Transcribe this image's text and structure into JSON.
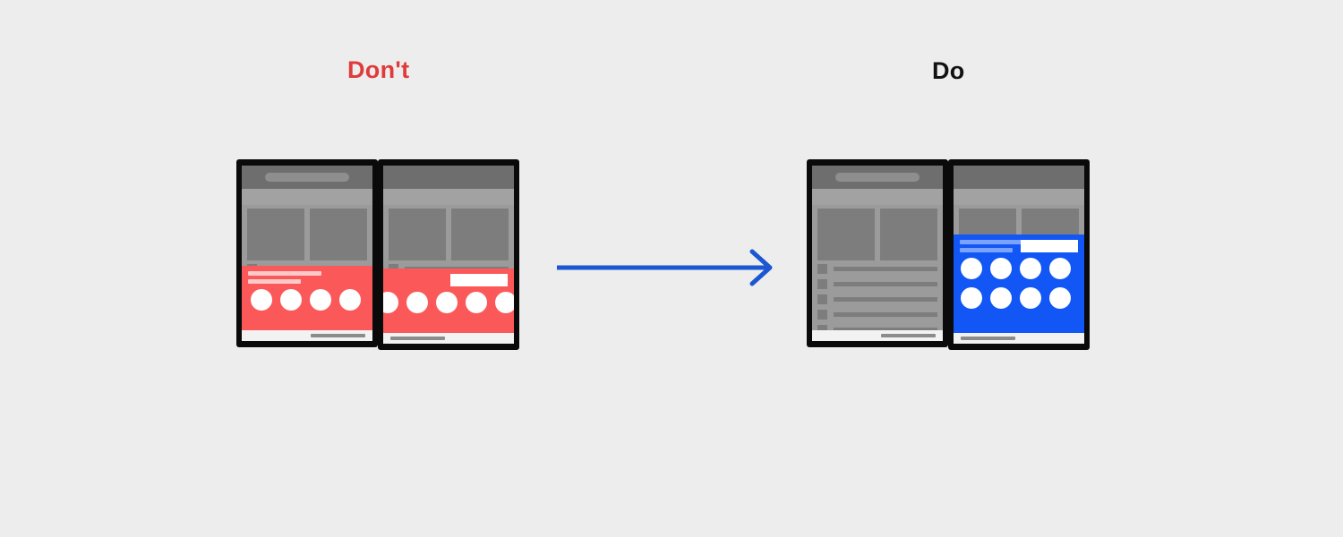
{
  "background_color": "#ededed",
  "sections": {
    "dont": {
      "label": "Don't",
      "label_color": "#e03b3b",
      "overlay_color": "#fb5959",
      "devices": [
        {
          "name": "dont-device-left",
          "home_indicator_align": "right",
          "overlay": {
            "color_name": "red",
            "has_text_lines": true,
            "has_button": false,
            "dot_rows": 1,
            "dots_per_row": 4
          },
          "list_rows": 2
        },
        {
          "name": "dont-device-right",
          "home_indicator_align": "left",
          "overlay": {
            "color_name": "red",
            "has_text_lines": false,
            "has_button": true,
            "dot_rows": 1,
            "dots_per_row": 4
          },
          "list_rows": 2
        }
      ]
    },
    "do": {
      "label": "Do",
      "label_color": "#111111",
      "overlay_color": "#1257f5",
      "devices": [
        {
          "name": "do-device-left",
          "home_indicator_align": "right",
          "overlay": null,
          "list_rows": 5
        },
        {
          "name": "do-device-right",
          "home_indicator_align": "left",
          "overlay": {
            "color_name": "blue",
            "has_text_lines": true,
            "has_button": true,
            "dot_rows": 2,
            "dots_per_row": 4
          },
          "list_rows": 0
        }
      ]
    }
  },
  "arrow": {
    "name": "transition-arrow",
    "color": "#1b57d1",
    "direction": "right"
  }
}
